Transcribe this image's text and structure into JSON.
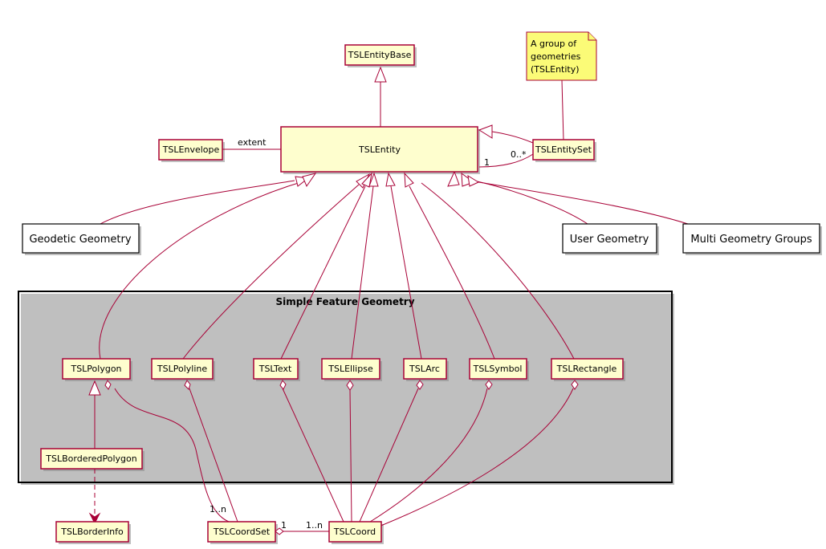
{
  "classes": {
    "entity_base": "TSLEntityBase",
    "entity": "TSLEntity",
    "envelope": "TSLEnvelope",
    "entity_set": "TSLEntitySet",
    "polygon": "TSLPolygon",
    "polyline": "TSLPolyline",
    "text": "TSLText",
    "ellipse": "TSLEllipse",
    "arc": "TSLArc",
    "symbol": "TSLSymbol",
    "rectangle": "TSLRectangle",
    "bordered_polygon": "TSLBorderedPolygon",
    "border_info": "TSLBorderInfo",
    "coord_set": "TSLCoordSet",
    "coord": "TSLCoord"
  },
  "packages": {
    "geodetic": "Geodetic Geometry",
    "user": "User Geometry",
    "multi": "Multi Geometry Groups",
    "simple_feature": "Simple Feature Geometry"
  },
  "note": {
    "lines": [
      "A group of",
      "geometries",
      "(TSLEntity)"
    ]
  },
  "labels": {
    "extent": "extent",
    "set_one": "1",
    "set_many": "0..*",
    "coordset_many": "1..n",
    "coordset_one": "1",
    "coord_many": "1..n"
  },
  "colors": {
    "class_fill": "#fefece",
    "border": "#a80036",
    "note_fill": "#fbfb77"
  }
}
